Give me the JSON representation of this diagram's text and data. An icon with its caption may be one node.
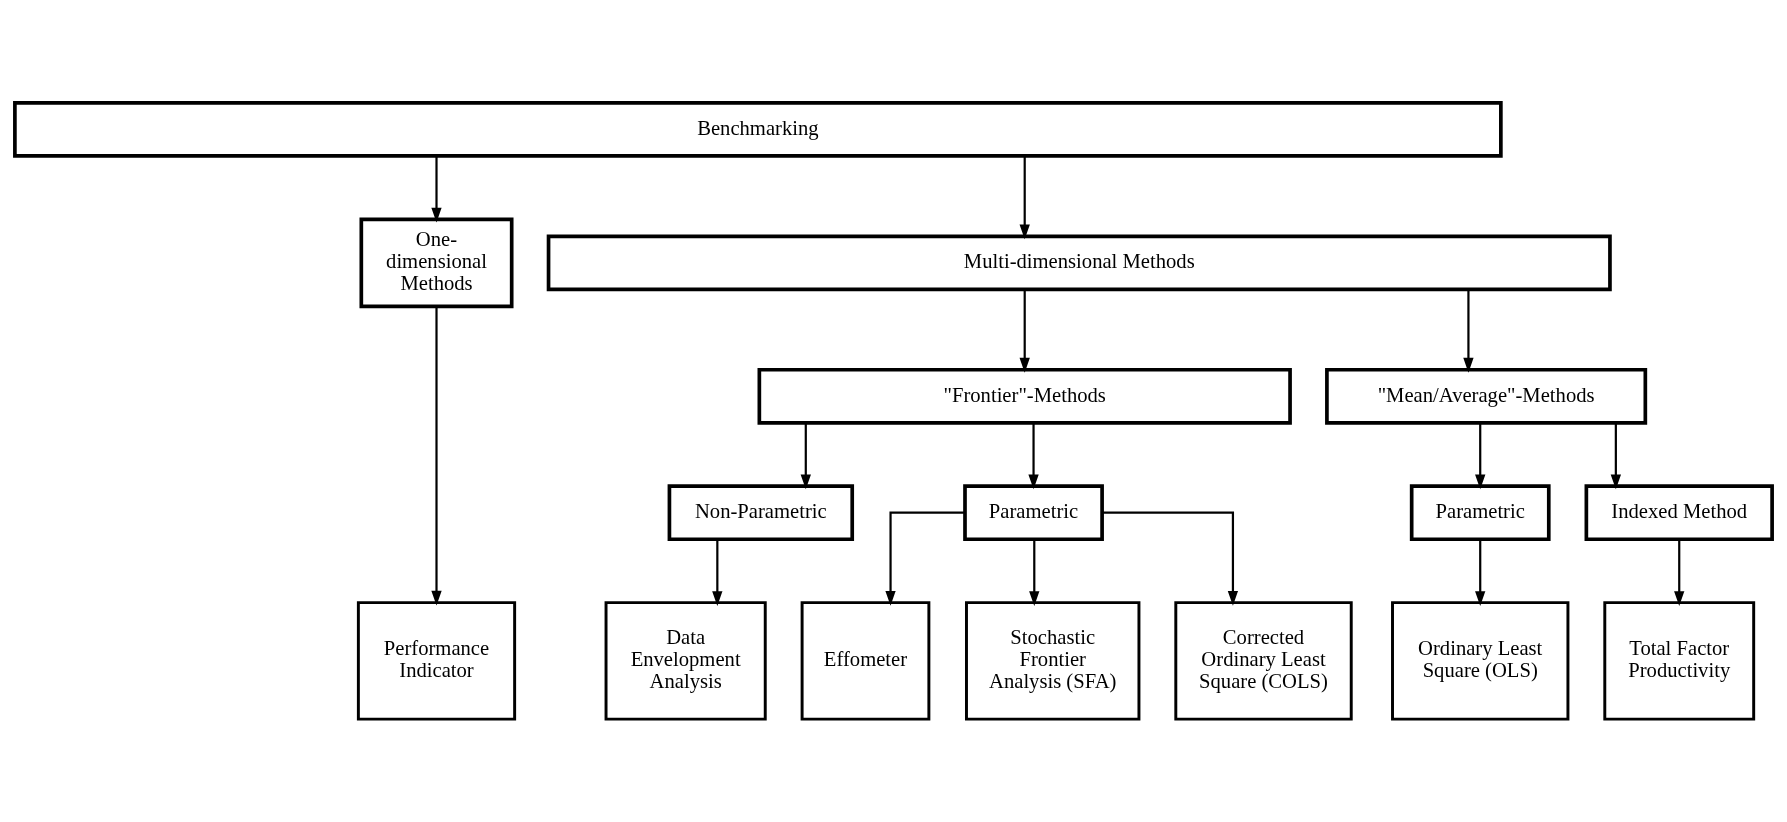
{
  "diagram": {
    "nodes": [
      {
        "text": [
          "Benchmarking"
        ]
      },
      {
        "text": [
          "One- dimensional Methods"
        ]
      },
      {
        "text": [
          "Multi-dimensional Methods"
        ]
      },
      {
        "text": [
          "\"Frontier\"-Methods"
        ]
      },
      {
        "text": [
          "\"Mean/Average\"-Methods"
        ]
      },
      {
        "text": [
          "Non-Parametric"
        ]
      },
      {
        "text": [
          "Parametric"
        ]
      },
      {
        "text": [
          "Parametric"
        ]
      },
      {
        "text": [
          "Indexed Method"
        ]
      },
      {
        "text": [
          "Performance Indicator"
        ]
      },
      {
        "text": [
          "Data Envelopment Analysis"
        ]
      },
      {
        "text": [
          "Effometer"
        ]
      },
      {
        "text": [
          "Stochastic Frontier Analysis (SFA)"
        ]
      },
      {
        "text": [
          "Corrected Ordinary Least Square (COLS)"
        ]
      },
      {
        "text": [
          "Ordinary Least Square (OLS)"
        ]
      },
      {
        "text": [
          "Total Factor Productivity"
        ]
      }
    ],
    "edges": [
      {
        "from": 0,
        "to": 1,
        "arrow": "to"
      },
      {
        "from": 0,
        "to": 2,
        "arrow": "to"
      },
      {
        "from": 1,
        "to": 9,
        "arrow": "to"
      },
      {
        "from": 2,
        "to": 3,
        "arrow": "to"
      },
      {
        "from": 2,
        "to": 4,
        "arrow": "to"
      },
      {
        "from": 3,
        "to": 5,
        "arrow": "to"
      },
      {
        "from": 3,
        "to": 6,
        "arrow": "to"
      },
      {
        "from": 4,
        "to": 7,
        "arrow": "to"
      },
      {
        "from": 4,
        "to": 8,
        "arrow": "to"
      },
      {
        "from": 5,
        "to": 10,
        "arrow": "to"
      },
      {
        "from": 6,
        "to": 11,
        "arrow": "to"
      },
      {
        "from": 6,
        "to": 12,
        "arrow": "to"
      },
      {
        "from": 6,
        "to": 13,
        "arrow": "to"
      },
      {
        "from": 7,
        "to": 14,
        "arrow": "to"
      },
      {
        "from": 8,
        "to": 15,
        "arrow": "to"
      }
    ]
  }
}
